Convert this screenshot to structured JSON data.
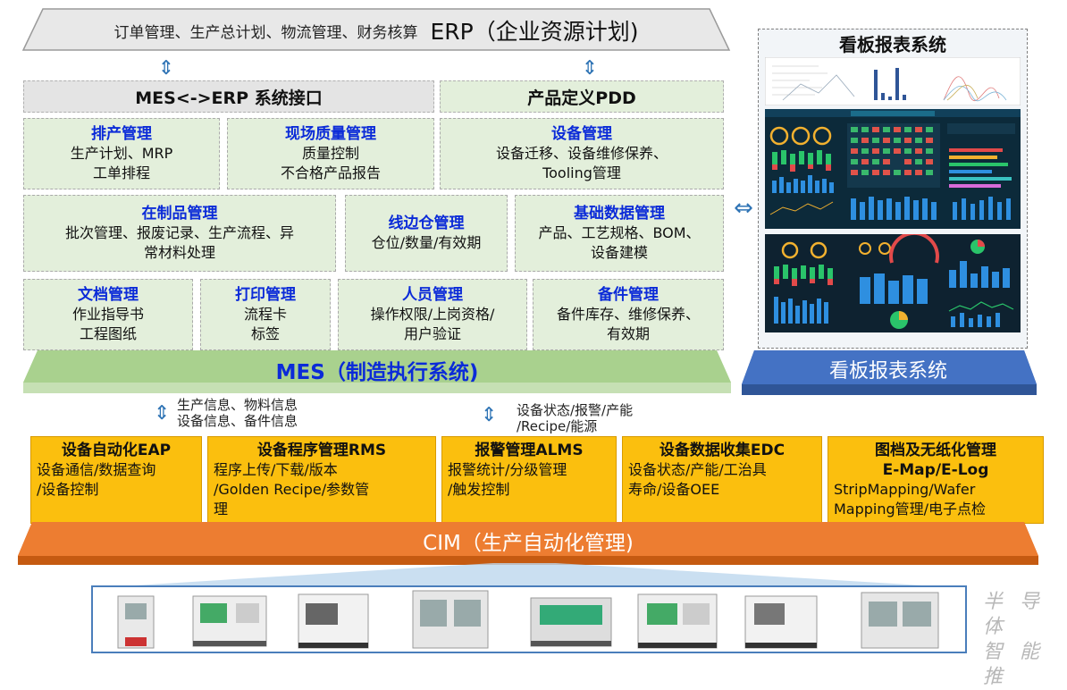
{
  "erp": {
    "subtitle": "订单管理、生产总计划、物流管理、财务核算",
    "title": "ERP（企业资源计划)"
  },
  "mes": {
    "interface_header": "MES<->ERP 系统接口",
    "pdd_header": "产品定义PDD",
    "modules": [
      {
        "title": "排产管理",
        "desc": [
          "生产计划、MRP",
          "工单排程"
        ]
      },
      {
        "title": "现场质量管理",
        "desc": [
          "质量控制",
          "不合格产品报告"
        ]
      },
      {
        "title": "设备管理",
        "desc": [
          "设备迁移、设备维修保养、",
          "Tooling管理"
        ]
      },
      {
        "title": "在制品管理",
        "desc": [
          "批次管理、报废记录、生产流程、异",
          "常材料处理"
        ]
      },
      {
        "title": "线边仓管理",
        "desc": [
          "仓位/数量/有效期"
        ]
      },
      {
        "title": "基础数据管理",
        "desc": [
          "产品、工艺规格、BOM、",
          "设备建模"
        ]
      },
      {
        "title": "文档管理",
        "desc": [
          "作业指导书",
          "工程图纸"
        ]
      },
      {
        "title": "打印管理",
        "desc": [
          "流程卡",
          "标签"
        ]
      },
      {
        "title": "人员管理",
        "desc": [
          "操作权限/上岗资格/",
          "用户验证"
        ]
      },
      {
        "title": "备件管理",
        "desc": [
          "备件库存、维修保养、",
          "有效期"
        ]
      }
    ],
    "base_label": "MES（制造执行系统)"
  },
  "kanban": {
    "title": "看板报表系统",
    "base_label": "看板报表系统"
  },
  "flows": {
    "left": [
      "生产信息、物料信息",
      "设备信息、备件信息"
    ],
    "right": [
      "设备状态/报警/产能",
      "/Recipe/能源"
    ]
  },
  "cim": {
    "modules": [
      {
        "title": "设备自动化EAP",
        "desc": [
          "设备通信/数据查询",
          "/设备控制"
        ]
      },
      {
        "title": "设备程序管理RMS",
        "desc": [
          "程序上传/下载/版本",
          "/Golden Recipe/参数管",
          "理"
        ]
      },
      {
        "title": "报警管理ALMS",
        "desc": [
          "报警统计/分级管理",
          "/触发控制"
        ]
      },
      {
        "title": "设备数据收集EDC",
        "desc": [
          "设备状态/产能/工治具",
          "寿命/设备OEE"
        ]
      },
      {
        "title": "图档及无纸化管理",
        "title2": "E-Map/E-Log",
        "desc": [
          "StripMapping/Wafer",
          "Mapping管理/电子点检"
        ]
      }
    ],
    "base_label": "CIM（生产自动化管理)"
  },
  "watermark": {
    "lines": [
      "半 导 体",
      "智 能",
      "推"
    ]
  },
  "colors": {
    "mes_green": "#e3efdb",
    "mes_title_blue": "#0b2bd8",
    "cim_yellow": "#fbbf0e",
    "cim_orange": "#ed7d31",
    "kanban_blue": "#4472c4"
  }
}
